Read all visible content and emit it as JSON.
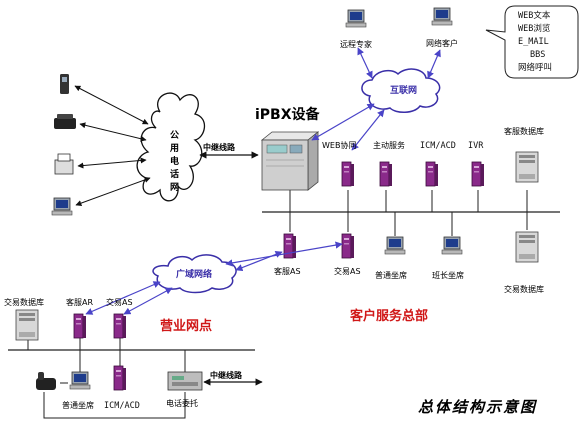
{
  "colors": {
    "arrow": "#4a44c8",
    "cloud_blue": "#3a2fa8",
    "red_label": "#d01818",
    "server_purple": "#8a2a8a",
    "server_dark": "#5a1a5a",
    "pbx": "#cfcfcf"
  },
  "labels": {
    "pstn": [
      "公",
      "用",
      "电",
      "话",
      "网"
    ],
    "trunk_top": "中继线路",
    "trunk_bottom": "中继线路",
    "ipbx": "iPBX设备",
    "internet": "互联网",
    "wan": "广域网络",
    "remote_expert": "远程专家",
    "web_client": "网络客户",
    "web_collab": "WEB协同",
    "proactive": "主动服务",
    "icm_acd_top": "ICM/ACD",
    "ivr": "IVR",
    "cs_db": "客服数据库",
    "cs_as": "客服AS",
    "trade_as_center": "交易AS",
    "normal_seat_center": "普通坐席",
    "leader_seat": "班长坐席",
    "trade_db_center": "交易数据库",
    "hq": "客户服务总部",
    "outlet": "营业网点",
    "trade_db_branch": "交易数据库",
    "cs_ar": "客服AR",
    "trade_as_branch": "交易AS",
    "normal_seat_branch": "普通坐席",
    "icm_acd_branch": "ICM/ACD",
    "phone_entrust": "电话委托",
    "caption": "总体结构示意图"
  },
  "callout": [
    "WEB文本",
    "WEB浏览",
    "E_MAIL",
    "BBS",
    "网络呼叫"
  ],
  "icons": [
    "mobile-phone-icon",
    "fax-machine-icon",
    "printer-fax-icon",
    "computer-icon",
    "pbx-cabinet-icon",
    "server-icon",
    "database-server-icon",
    "telephone-icon",
    "ups-device-icon"
  ]
}
